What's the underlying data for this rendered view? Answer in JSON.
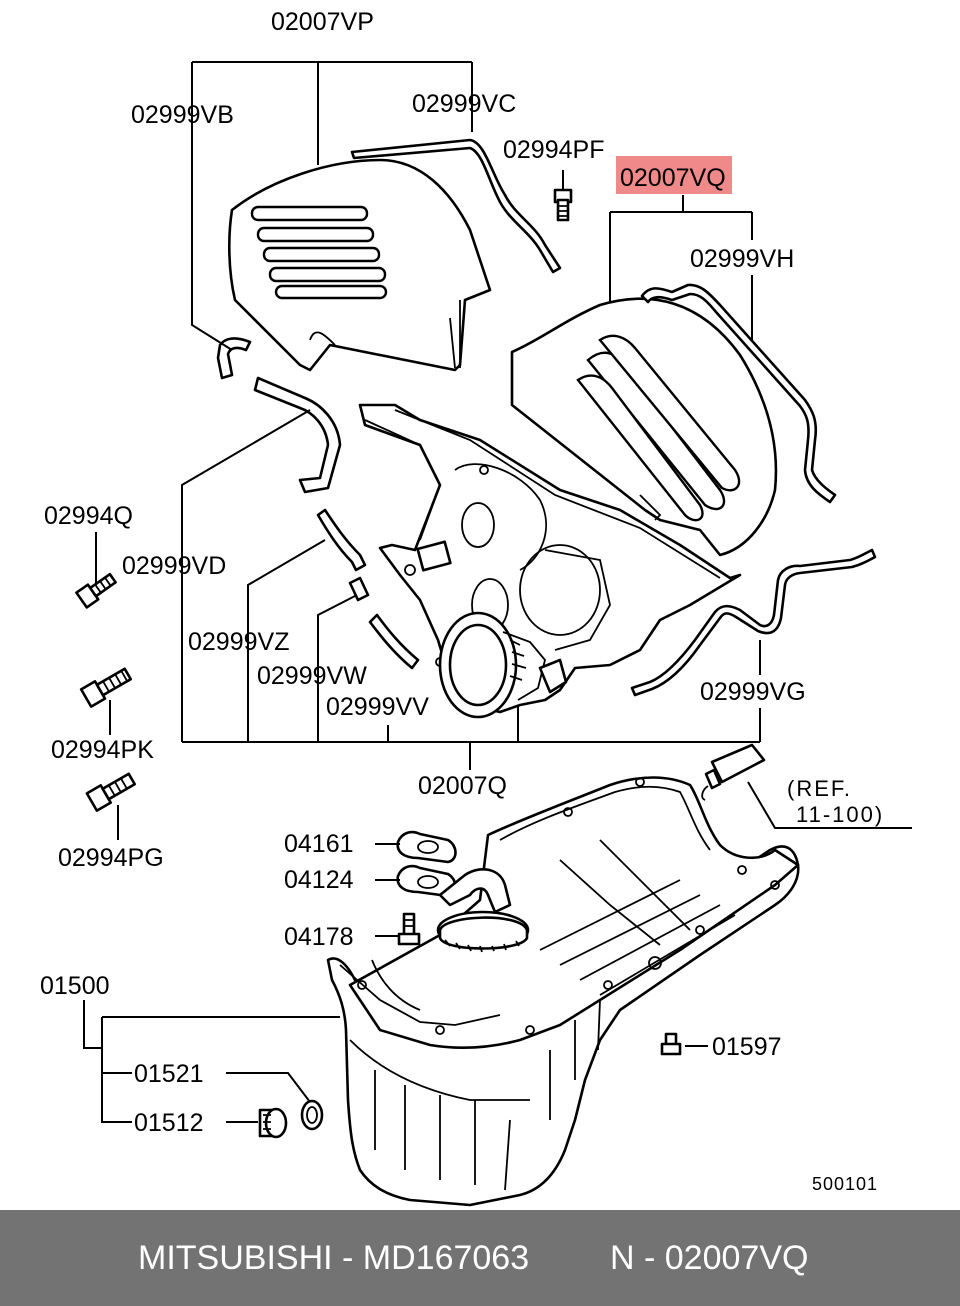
{
  "labels": {
    "top_assembly": "02007VP",
    "l_02999VB": "02999VB",
    "l_02999VC": "02999VC",
    "l_02994PF": "02994PF",
    "highlighted": "02007VQ",
    "l_02999VH": "02999VH",
    "l_02994Q": "02994Q",
    "l_02999VD": "02999VD",
    "l_02999VZ": "02999VZ",
    "l_02999VW": "02999VW",
    "l_02999VV": "02999VV",
    "l_02999VG": "02999VG",
    "l_02994PK": "02994PK",
    "l_02007Q": "02007Q",
    "l_02994PG": "02994PG",
    "ref_line1": "(REF.",
    "ref_line2": "11-100)",
    "l_04161": "04161",
    "l_04124": "04124",
    "l_04178": "04178",
    "l_01500": "01500",
    "l_01597": "01597",
    "l_01521": "01521",
    "l_01512": "01512",
    "diagram_code": "500101"
  },
  "footer": {
    "brand_part": "MITSUBISHI - MD167063",
    "ref_part": "N - 02007VQ"
  },
  "colors": {
    "highlight": "#f08a8a",
    "footer_bg": "#737373",
    "footer_text": "#ffffff"
  }
}
